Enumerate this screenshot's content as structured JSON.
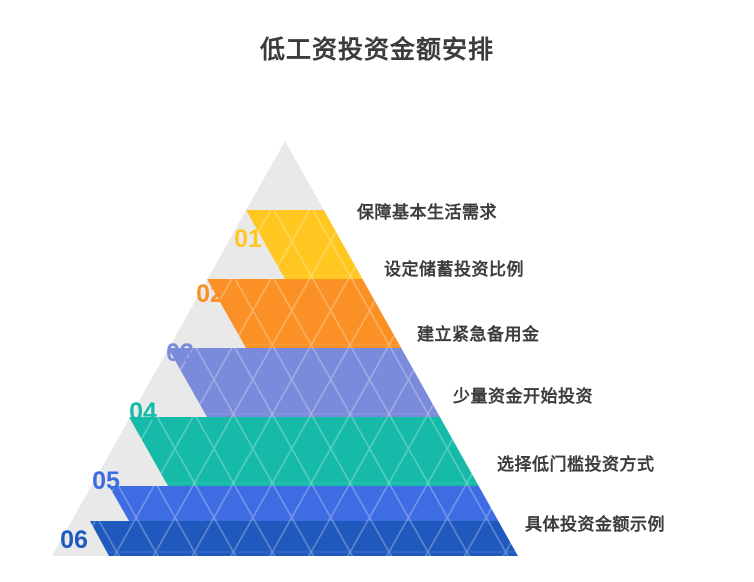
{
  "header": {
    "title": "低工资投资金额安排"
  },
  "chart_data": {
    "type": "pyramid",
    "title": "低工资投资金额安排",
    "orientation": "apex-up",
    "level_count": 6,
    "base_color": "#e9e9e9",
    "background": "#ffffff",
    "title_color": "#3c3c3c",
    "label_color": "#3c3c3c",
    "levels": [
      {
        "number": "01",
        "label": "保障基本生活需求",
        "color": "#ffc71f",
        "number_color": "#ffc71f"
      },
      {
        "number": "02",
        "label": "设定储蓄投资比例",
        "color": "#fb9126",
        "number_color": "#fb9126"
      },
      {
        "number": "03",
        "label": "建立紧急备用金",
        "color": "#7b8bdb",
        "number_color": "#7b8bdb"
      },
      {
        "number": "04",
        "label": "少量资金开始投资",
        "color": "#15baa8",
        "number_color": "#15baa8"
      },
      {
        "number": "05",
        "label": "选择低门槛投资方式",
        "color": "#3e6ce3",
        "number_color": "#3e6ce3"
      },
      {
        "number": "06",
        "label": "具体投资金额示例",
        "color": "#2059be",
        "number_color": "#2059be"
      }
    ]
  }
}
